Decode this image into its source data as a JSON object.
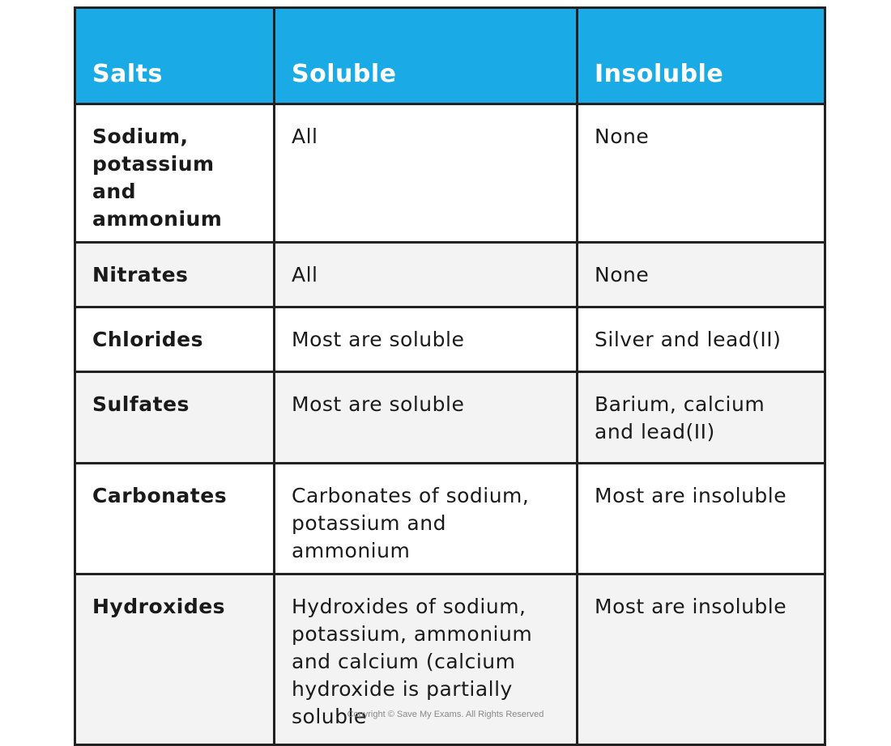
{
  "header": {
    "salts": "Salts",
    "soluble": "Soluble",
    "insoluble": "Insoluble"
  },
  "rows": [
    {
      "salt": "Sodium, potassium and ammonium",
      "soluble": "All",
      "insoluble": "None"
    },
    {
      "salt": "Nitrates",
      "soluble": "All",
      "insoluble": "None"
    },
    {
      "salt": "Chlorides",
      "soluble": "Most are soluble",
      "insoluble": "Silver and lead(II)"
    },
    {
      "salt": "Sulfates",
      "soluble": "Most are soluble",
      "insoluble": "Barium, calcium and lead(II)"
    },
    {
      "salt": "Carbonates",
      "soluble": "Carbonates of sodium, potassium and ammonium",
      "insoluble": "Most are insoluble"
    },
    {
      "salt": "Hydroxides",
      "soluble": "Hydroxides of sodium, potassium, ammonium and calcium (calcium hydroxide is partially soluble",
      "insoluble": "Most are insoluble"
    }
  ],
  "copyright": "Copyright © Save My Exams. All Rights Reserved",
  "colors": {
    "header": "#1aabe6",
    "alt_row": "#f3f3f3",
    "border": "#222222"
  }
}
